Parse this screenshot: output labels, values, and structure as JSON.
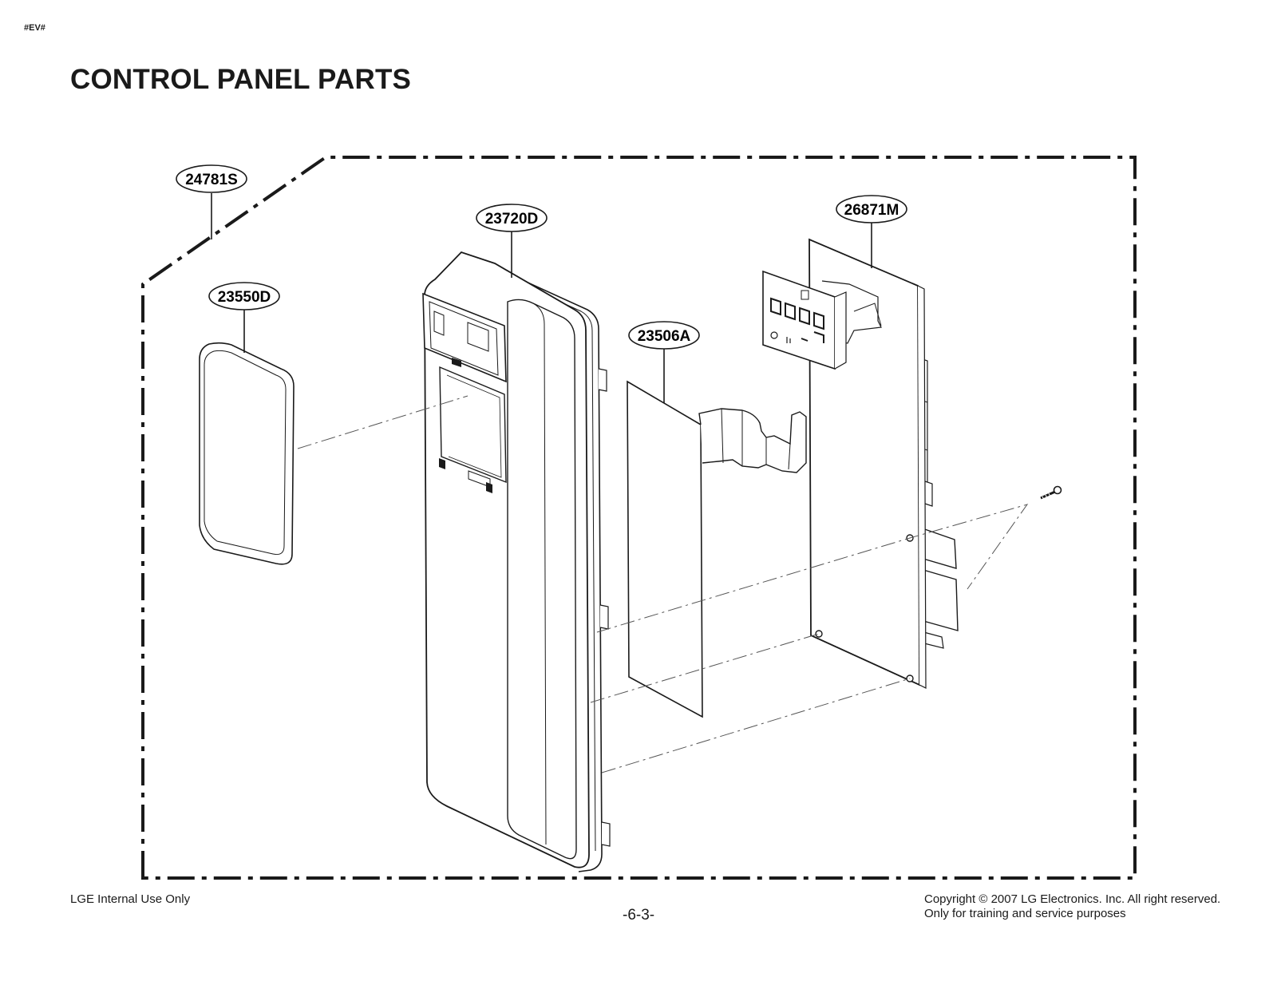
{
  "header": {
    "tag": "#EV#",
    "title": "CONTROL PANEL PARTS"
  },
  "callouts": [
    {
      "id": "24781S",
      "label": "24781S"
    },
    {
      "id": "23720D",
      "label": "23720D"
    },
    {
      "id": "26871M",
      "label": "26871M"
    },
    {
      "id": "23550D",
      "label": "23550D"
    },
    {
      "id": "23506A",
      "label": "23506A"
    }
  ],
  "footer": {
    "left": "LGE Internal Use Only",
    "page_number": "-6-3-",
    "copyright_line1": "Copyright © 2007 LG Electronics. Inc. All right reserved.",
    "copyright_line2": "Only for training and service purposes"
  },
  "colors": {
    "ink": "#1a1a1a",
    "paper": "#ffffff",
    "leader": "#555555"
  }
}
